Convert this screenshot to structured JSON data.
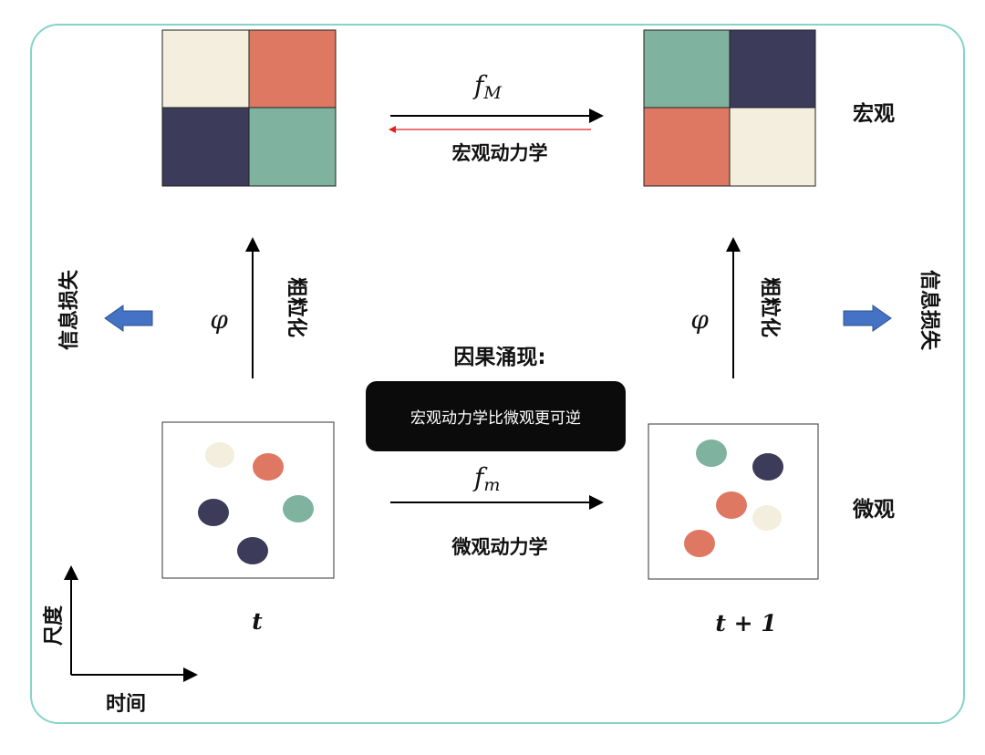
{
  "macro_label": "宏观",
  "micro_label": "微观",
  "macro_dynamics": {
    "symbol": "f",
    "subscript": "M",
    "label": "宏观动力学"
  },
  "micro_dynamics": {
    "symbol": "f",
    "subscript": "m",
    "label": "微观动力学"
  },
  "coarse_graining": {
    "symbol": "φ",
    "label": "粗粒化"
  },
  "info_loss": "信息损失",
  "causal_emergence": {
    "title": "因果涌现:",
    "note": "宏观动力学比微观更可逆"
  },
  "time_labels": {
    "t": "t",
    "t_plus_1": "t + 1"
  },
  "axes": {
    "y_label": "尺度",
    "x_label": "时间"
  },
  "colors": {
    "cream": "#f3eedd",
    "salmon": "#df7862",
    "navy": "#3c3b59",
    "teal": "#80b39f",
    "frame": "#86d3c9",
    "info_arrow": "#4472c4",
    "reverse_arrow": "#e02020"
  }
}
